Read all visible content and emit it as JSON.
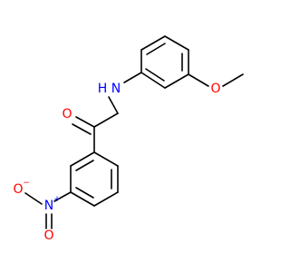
{
  "colors": {
    "carbon_bond": "#000000",
    "nitrogen": "#0000ff",
    "oxygen": "#ff0000"
  },
  "atoms": {
    "amine_n": {
      "label": "N",
      "element": "nitrogen"
    },
    "amine_h": {
      "label": "H",
      "element": "nitrogen"
    },
    "methoxy_o": {
      "label": "O",
      "element": "oxygen"
    },
    "ketone_o": {
      "label": "O",
      "element": "oxygen"
    },
    "nitro_n": {
      "label": "N",
      "element": "nitrogen",
      "charge": "+"
    },
    "nitro_o1": {
      "label": "O",
      "element": "oxygen",
      "charge": "−"
    },
    "nitro_o2": {
      "label": "O",
      "element": "oxygen"
    }
  }
}
